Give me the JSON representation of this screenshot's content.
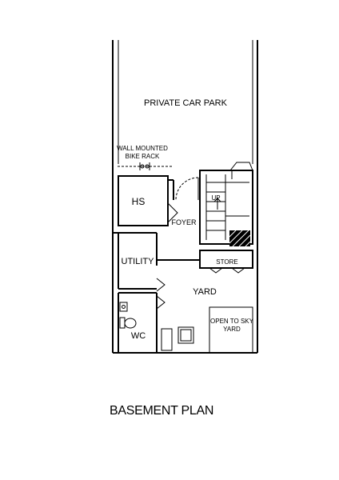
{
  "plan": {
    "title": "BASEMENT PLAN",
    "rooms": {
      "car_park": "PRIVATE CAR PARK",
      "bike_rack_line1": "WALL MOUNTED",
      "bike_rack_line2": "BIKE RACK",
      "hs": "HS",
      "foyer": "FOYER",
      "utility": "UTILITY",
      "yard": "YARD",
      "store": "STORE",
      "wc": "WC",
      "open_to_sky_line1": "OPEN TO SKY",
      "open_to_sky_line2": "YARD",
      "stair_up": "UP"
    },
    "colors": {
      "ink": "#000000",
      "background": "#ffffff"
    }
  }
}
